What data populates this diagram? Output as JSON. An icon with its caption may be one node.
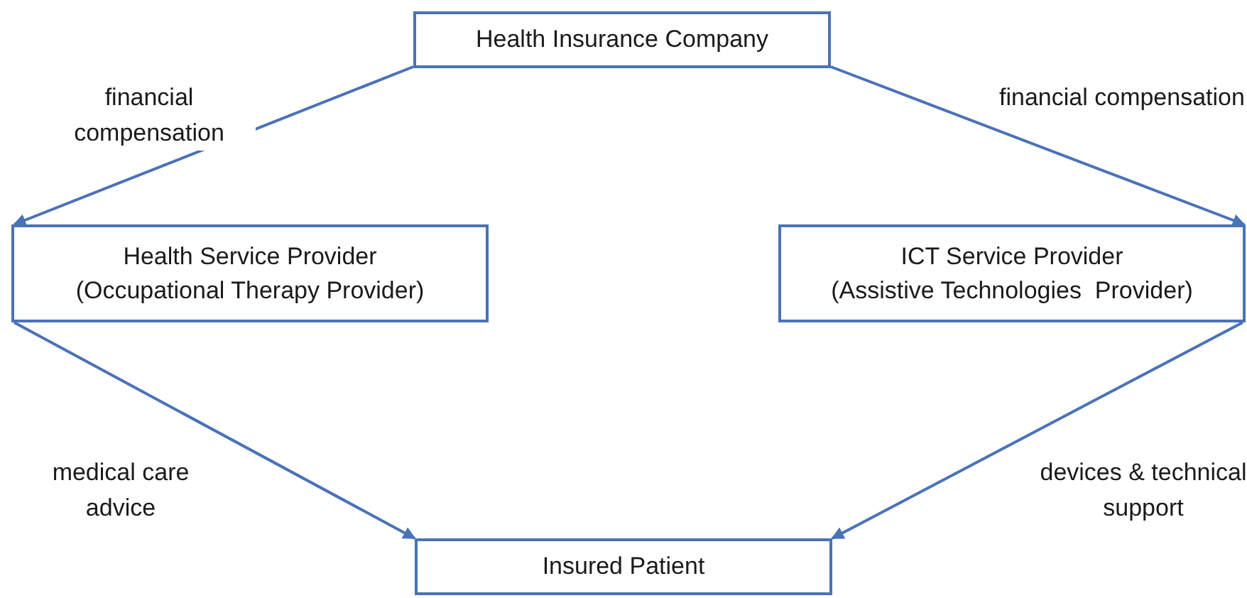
{
  "diagram": {
    "nodes": [
      {
        "text": [
          "Health Insurance Company"
        ]
      },
      {
        "text": [
          "Health Service Provider",
          "(Occupational Therapy Provider)"
        ]
      },
      {
        "text": [
          "ICT Service Provider",
          "(Assistive Technologies  Provider)"
        ]
      },
      {
        "text": [
          "Insured Patient"
        ]
      }
    ],
    "edges": [
      {
        "from": 0,
        "to": 1,
        "arrow": "to",
        "label": "financial compensation"
      },
      {
        "from": 0,
        "to": 2,
        "arrow": "to",
        "label": "financial compensation"
      },
      {
        "from": 1,
        "to": 3,
        "arrow": "to",
        "label": "medical care advice"
      },
      {
        "from": 2,
        "to": 3,
        "arrow": "to",
        "label": "devices & technical support"
      }
    ]
  }
}
